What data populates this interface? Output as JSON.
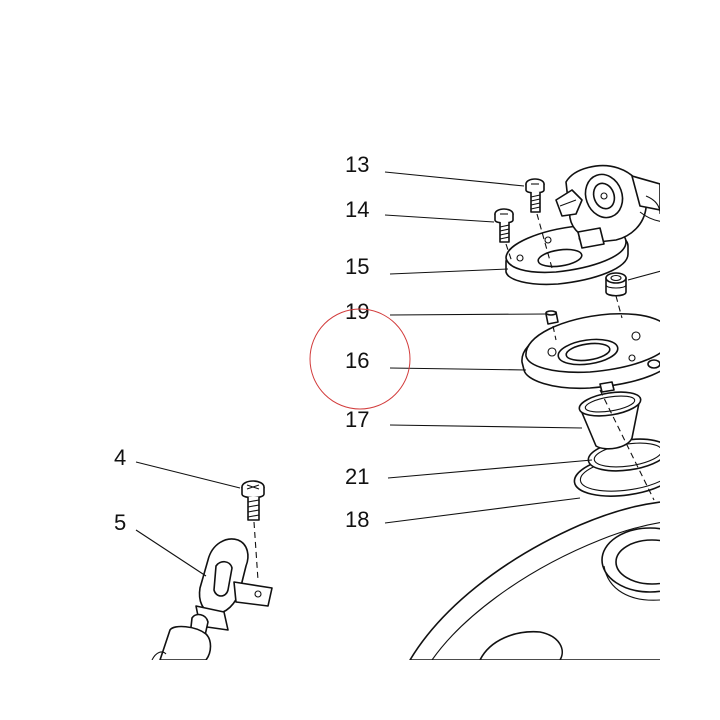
{
  "callouts": [
    {
      "id": "13",
      "text": "13"
    },
    {
      "id": "14",
      "text": "14"
    },
    {
      "id": "15",
      "text": "15"
    },
    {
      "id": "19",
      "text": "19"
    },
    {
      "id": "16",
      "text": "16"
    },
    {
      "id": "17",
      "text": "17"
    },
    {
      "id": "21",
      "text": "21"
    },
    {
      "id": "18",
      "text": "18"
    },
    {
      "id": "4",
      "text": "4"
    },
    {
      "id": "5",
      "text": "5"
    }
  ],
  "colors": {
    "line": "#111111",
    "background": "#ffffff",
    "highlight_circle": "#d23c3c",
    "shading": "#cfcfcf"
  }
}
